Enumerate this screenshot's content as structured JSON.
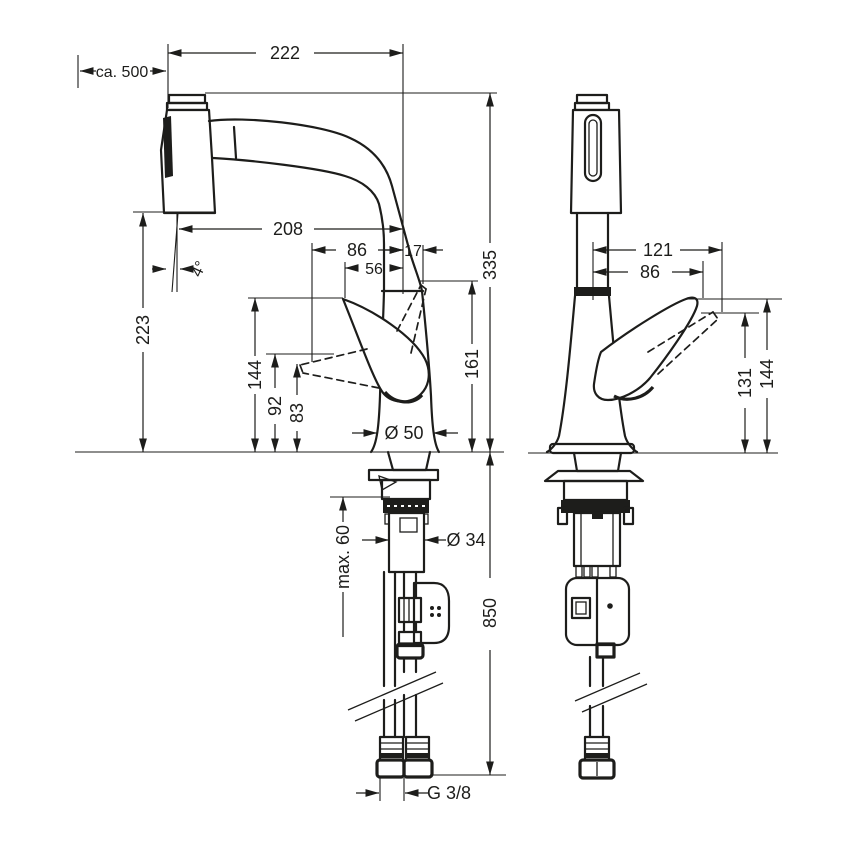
{
  "colors": {
    "ink": "#1d1d1b",
    "paper": "#ffffff"
  },
  "front_view": {
    "dims": {
      "pullout_hose_length": "ca. 500",
      "spout_reach_outer": "222",
      "spout_outlet_reach": "208",
      "spout_outlet_height": "223",
      "handle_offset_86": "86",
      "handle_offset_17": "17",
      "handle_offset_56": "56",
      "spray_angle": "4°",
      "total_height": "335",
      "handle_tip_height_161": "161",
      "handle_tip_height_144": "144",
      "handle_height_92": "92",
      "handle_height_83": "83",
      "body_diameter": "Ø 50",
      "max_counter_thickness": "max. 60",
      "shank_diameter": "Ø 34",
      "hose_length_below": "850",
      "connection_thread": "G 3/8"
    }
  },
  "side_view": {
    "dims": {
      "handle_reach_121": "121",
      "handle_reach_86": "86",
      "handle_tip_height_131": "131",
      "handle_tip_height_144": "144"
    }
  }
}
